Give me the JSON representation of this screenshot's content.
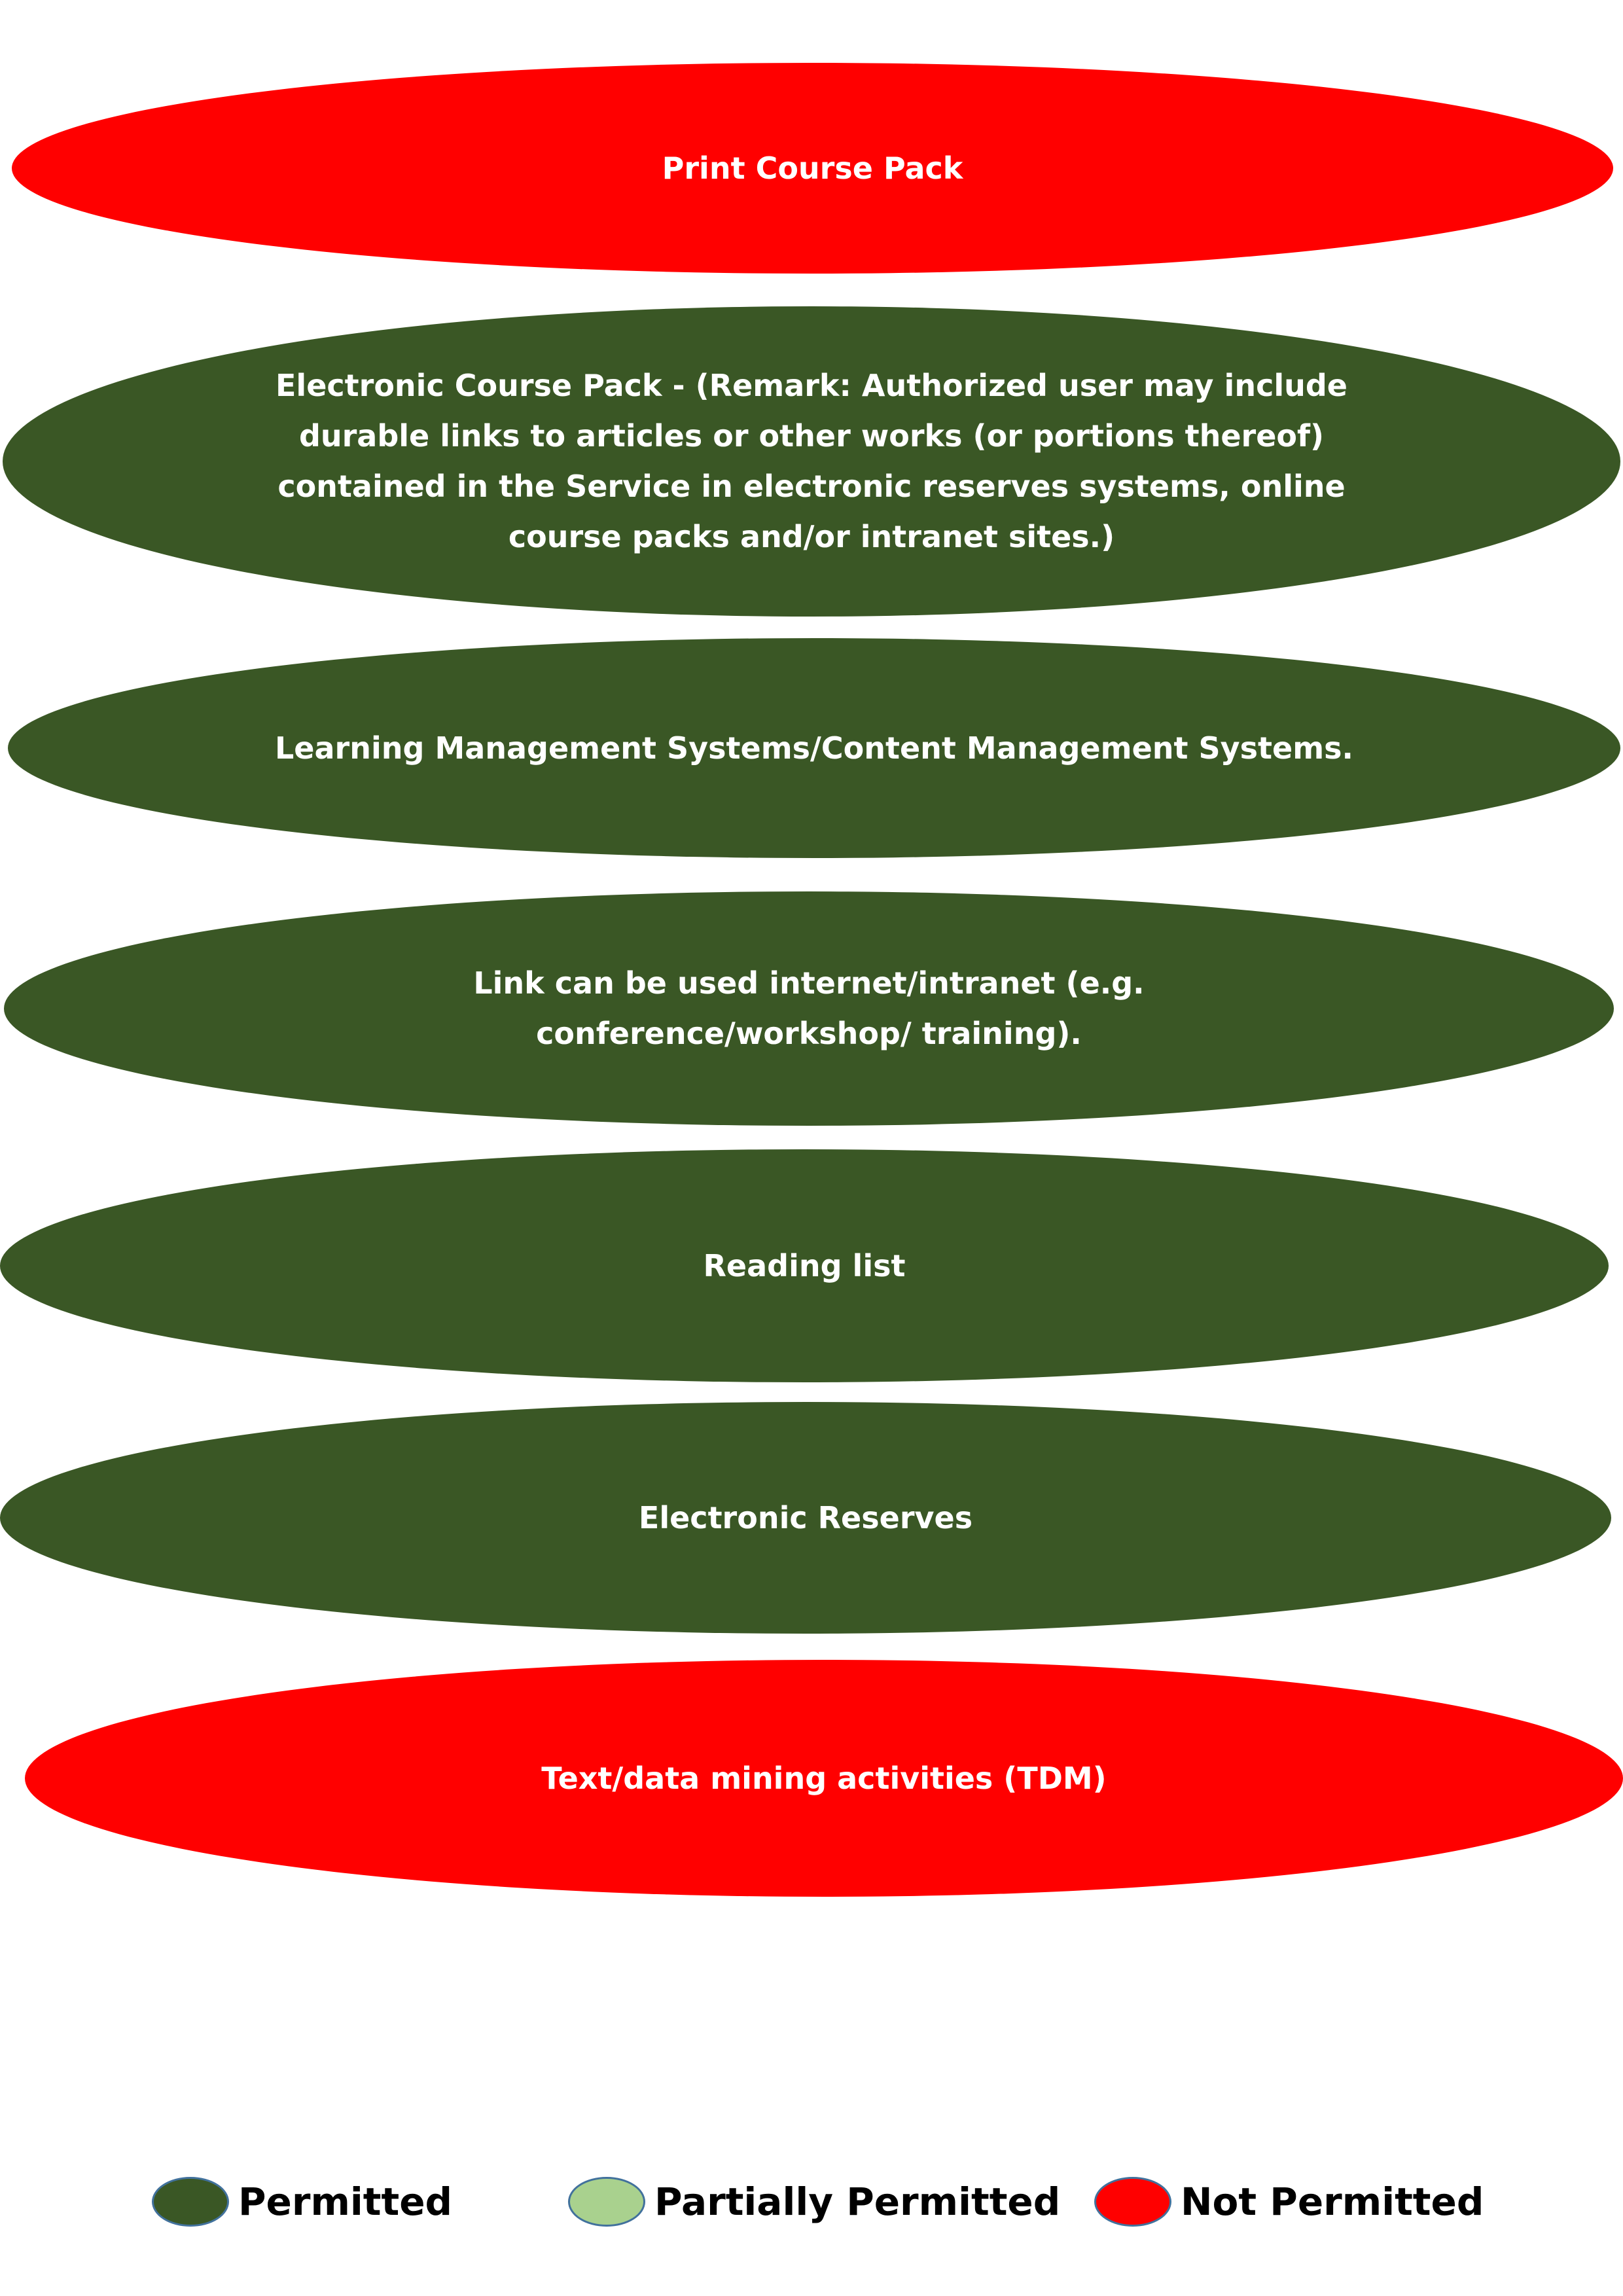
{
  "diagram": {
    "items": [
      {
        "label": "Print Course Pack",
        "status": "not-permitted"
      },
      {
        "label": "Electronic Course Pack - (Remark: Authorized user may include durable links to articles or other works (or portions thereof) contained in the Service in electronic reserves systems, online course packs and/or intranet sites.)",
        "status": "permitted"
      },
      {
        "label": "Learning Management Systems/Content Management Systems.",
        "status": "permitted"
      },
      {
        "label": "Link can be used internet/intranet (e.g. conference/workshop/ training).",
        "status": "permitted"
      },
      {
        "label": "Reading list",
        "status": "permitted"
      },
      {
        "label": "Electronic Reserves",
        "status": "permitted"
      },
      {
        "label": "Text/data mining activities (TDM)",
        "status": "not-permitted"
      }
    ]
  },
  "legend": [
    {
      "label": "Permitted",
      "color": "#3a5725"
    },
    {
      "label": "Partially Permitted",
      "color": "#a9d18e"
    },
    {
      "label": "Not Permitted",
      "color": "#ff0000"
    }
  ],
  "colors": {
    "permitted": "#3a5725",
    "partially_permitted": "#a9d18e",
    "not_permitted": "#ff0000",
    "label_text": "#ffffff"
  }
}
